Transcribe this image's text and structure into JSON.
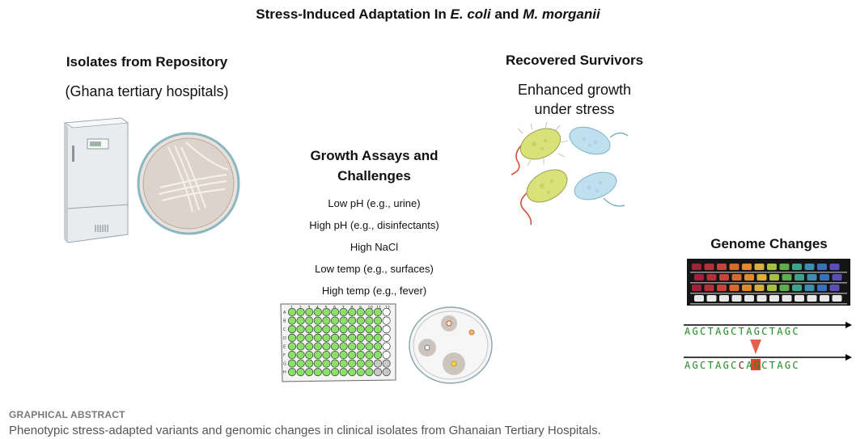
{
  "title": {
    "prefix": "Stress-Induced Adaptation In ",
    "species1": "E. coli",
    "connector": " and ",
    "species2": "M. morganii"
  },
  "isolates": {
    "heading": "Isolates from Repository",
    "subheading": "(Ghana tertiary hospitals)"
  },
  "survivors": {
    "heading": "Recovered Survivors",
    "subheading_line1": "Enhanced growth",
    "subheading_line2": "under stress"
  },
  "assays": {
    "heading_line1": "Growth Assays and",
    "heading_line2": "Challenges",
    "conditions": [
      "Low pH (e.g., urine)",
      "High pH (e.g., disinfectants)",
      "High NaCl",
      "Low temp (e.g., surfaces)",
      "High temp (e.g., fever)"
    ],
    "plate_columns": [
      "1",
      "2",
      "3",
      "4",
      "5",
      "6",
      "7",
      "8",
      "9",
      "10",
      "11",
      "12"
    ],
    "plate_rows": [
      "A",
      "B",
      "C",
      "D",
      "E",
      "F",
      "G",
      "H"
    ]
  },
  "genome": {
    "heading": "Genome Changes",
    "sequence_original": "AGCTAGCTAGCTAGC",
    "sequence_mutant_left": "AGCTAGC",
    "sequence_mutant_base": "C",
    "sequence_mutant_right": "AGCTAGC"
  },
  "caption": {
    "label": "GRAPHICAL ABSTRACT",
    "text": "Phenotypic stress-adapted variants and genomic changes in clinical isolates from Ghanaian Tertiary Hospitals."
  },
  "colors": {
    "well_green": "#8be06a",
    "bacteria_yellow": "#d9e27a",
    "bacteria_blue": "#bfe0ee",
    "flagella_red": "#d0523a",
    "mutation_red": "#e0442d",
    "sequence_green": "#1f8a1f"
  }
}
